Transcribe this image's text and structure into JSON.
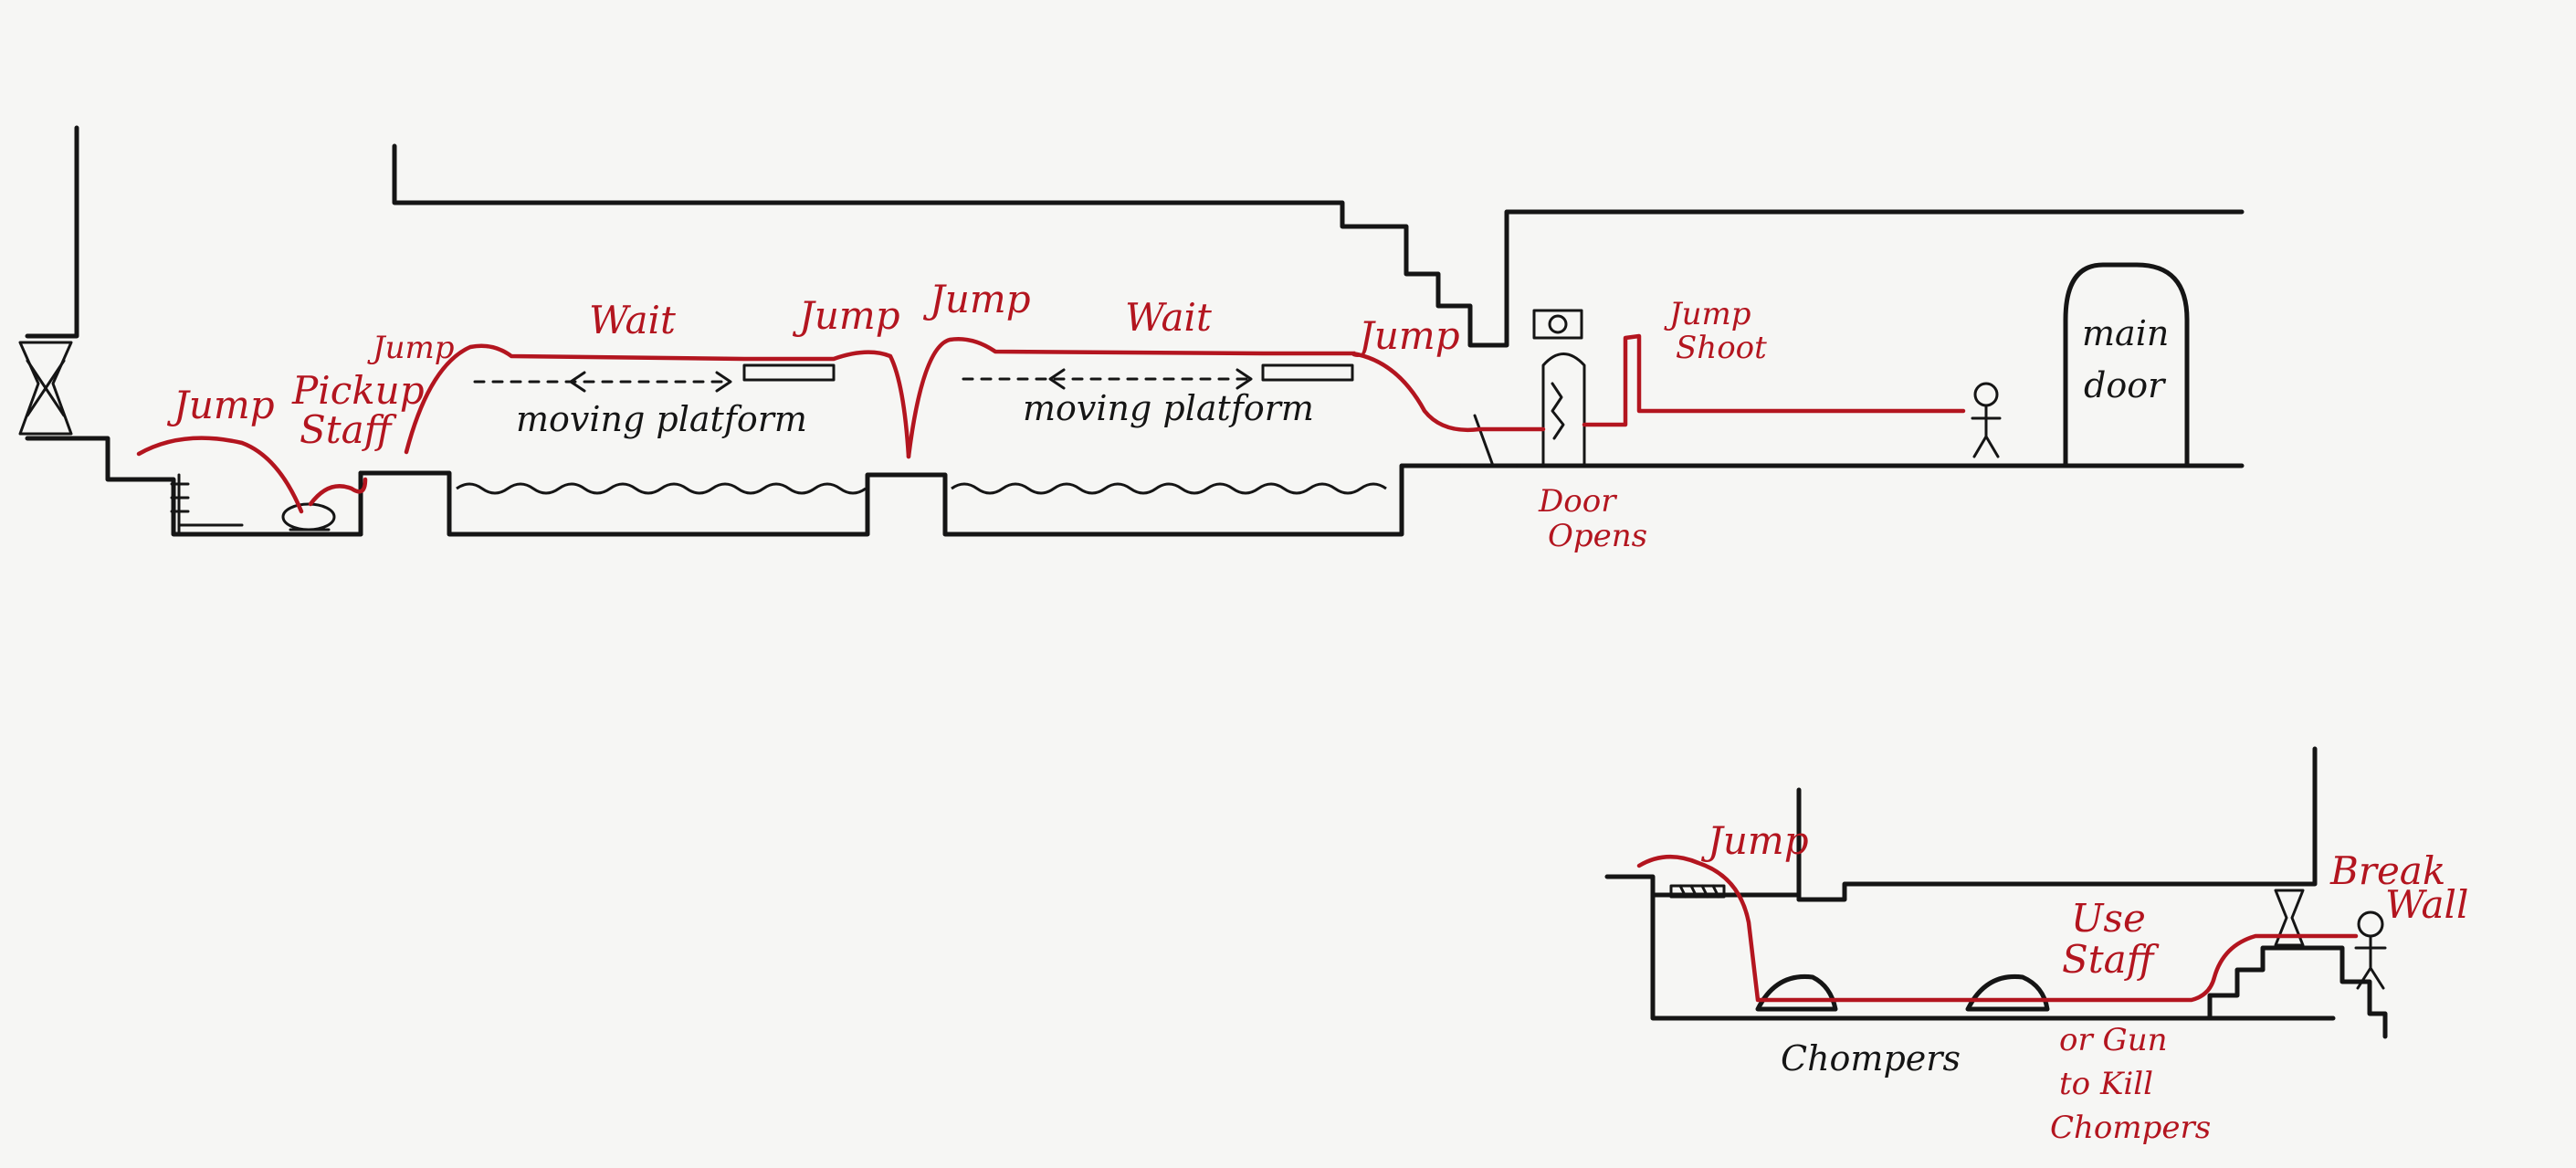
{
  "upper_level": {
    "labels": {
      "jump_1": "Jump",
      "pickup_staff_line1": "Pickup",
      "pickup_staff_line2": "Staff",
      "jump_2": "Jump",
      "wait_1": "Wait",
      "jump_3": "Jump",
      "jump_4": "Jump",
      "wait_2": "Wait",
      "jump_5": "Jump",
      "jump_shoot_line1": "Jump",
      "jump_shoot_line2": "Shoot",
      "moving_platform_1": "moving platform",
      "moving_platform_2": "moving platform",
      "door_opens_line1": "Door",
      "door_opens_line2": "Opens",
      "main_door_line1": "main",
      "main_door_line2": "door"
    }
  },
  "lower_level": {
    "labels": {
      "jump": "Jump",
      "use_staff_line1": "Use",
      "use_staff_line2": "Staff",
      "break_wall_line1": "Break",
      "break_wall_line2": "Wall",
      "chompers": "Chompers",
      "or_gun_line1": "or Gun",
      "or_gun_line2": "to Kill",
      "or_gun_line3": "Chompers"
    }
  },
  "colors": {
    "ink": "#151515",
    "player_path": "#b3151f",
    "paper": "#f6f6f4"
  }
}
